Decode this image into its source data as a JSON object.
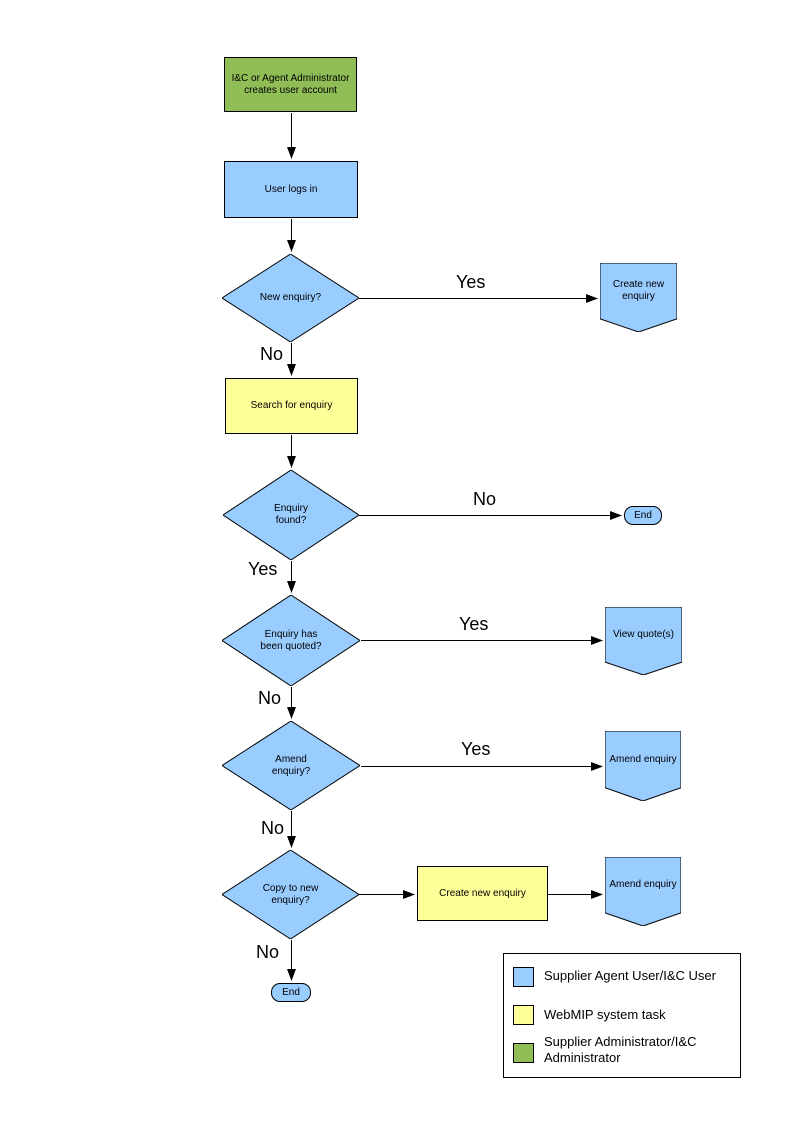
{
  "colors": {
    "actor_user_fill": "#99CCFF",
    "system_task_fill": "#FFFF99",
    "administrator_fill": "#90BD55",
    "shape_border": "#000000"
  },
  "nodes": {
    "create_account": {
      "type": "process",
      "label": "I&C or Agent Administrator creates user account"
    },
    "user_logs_in": {
      "type": "process",
      "label": "User logs in"
    },
    "new_enquiry": {
      "type": "decision",
      "label": "New enquiry?"
    },
    "create_new_enquiry_offpage": {
      "type": "offpage-connector",
      "label": "Create new enquiry"
    },
    "search_for_enquiry": {
      "type": "system-task",
      "label": "Search for enquiry"
    },
    "enquiry_found": {
      "type": "decision",
      "label": "Enquiry found?"
    },
    "end_right": {
      "type": "terminator",
      "label": "End"
    },
    "enquiry_quoted": {
      "type": "decision",
      "label": "Enquiry has been quoted?"
    },
    "view_quotes": {
      "type": "offpage-connector",
      "label": "View quote(s)"
    },
    "amend_enquiry_decision": {
      "type": "decision",
      "label": "Amend enquiry?"
    },
    "amend_enquiry_1": {
      "type": "offpage-connector",
      "label": "Amend enquiry"
    },
    "copy_to_new_enquiry": {
      "type": "decision",
      "label": "Copy to new enquiry?"
    },
    "create_new_enquiry_task": {
      "type": "system-task",
      "label": "Create new enquiry"
    },
    "amend_enquiry_2": {
      "type": "offpage-connector",
      "label": "Amend enquiry"
    },
    "end_bottom": {
      "type": "terminator",
      "label": "End"
    }
  },
  "edge_labels": {
    "new_enquiry_yes": "Yes",
    "new_enquiry_no": "No",
    "enquiry_found_no": "No",
    "enquiry_found_yes": "Yes",
    "enquiry_quoted_yes": "Yes",
    "enquiry_quoted_no": "No",
    "amend_enquiry_yes": "Yes",
    "amend_enquiry_no": "No",
    "copy_to_new_no": "No"
  },
  "legend": {
    "items": [
      {
        "label": "Supplier Agent User/I&C User",
        "color_key": "actor_user_fill"
      },
      {
        "label": "WebMIP system task",
        "color_key": "system_task_fill"
      },
      {
        "label": "Supplier Administrator/I&C Administrator",
        "color_key": "administrator_fill"
      }
    ]
  }
}
